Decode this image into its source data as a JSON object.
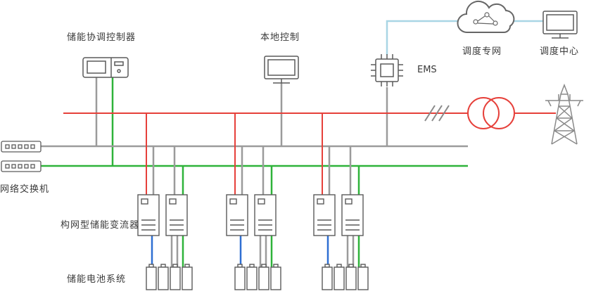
{
  "labels": {
    "coordinator": "储能协调控制器",
    "local_control": "本地控制",
    "ems": "EMS",
    "dispatch_network": "调度专网",
    "dispatch_center": "调度中心",
    "network_switch": "网络交换机",
    "converter": "构网型储能变流器",
    "battery_system": "储能电池系统"
  },
  "colors": {
    "ac_power_line": "#e6403a",
    "comm_bus_gray": "#9b9b9b",
    "comm_bus_green": "#2fb33a",
    "dc_link_blue": "#2f6fd2",
    "uplink_light_blue": "#a9d6e5",
    "icon_stroke": "#5a5a5a"
  }
}
